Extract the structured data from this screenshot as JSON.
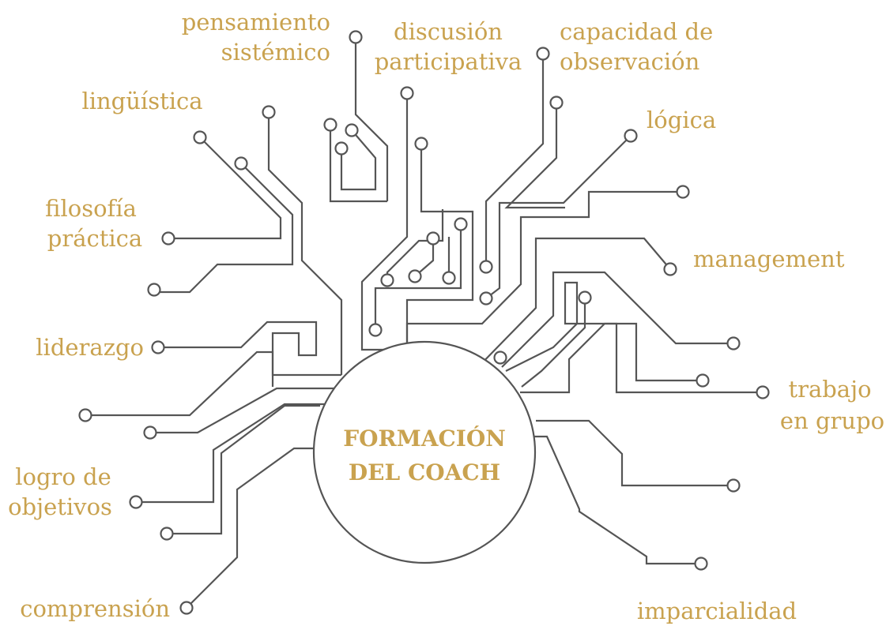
{
  "diagram": {
    "center": {
      "line1": "FORMACIÓN",
      "line2": "DEL COACH"
    },
    "labels": {
      "pensamiento_sistemico": [
        "pensamiento",
        "sistémico"
      ],
      "discusion_participativa": [
        "discusión",
        "participativa"
      ],
      "capacidad_observacion": [
        "capacidad de",
        "observación"
      ],
      "linguistica": [
        "lingüística"
      ],
      "logica": [
        "lógica"
      ],
      "filosofia_practica": [
        "filosofía",
        "práctica"
      ],
      "management": [
        "management"
      ],
      "liderazgo": [
        "liderazgo"
      ],
      "trabajo_en_grupo": [
        "trabajo",
        "en grupo"
      ],
      "logro_objetivos": [
        "logro de",
        "objetivos"
      ],
      "comprension": [
        "comprensión"
      ],
      "imparcialidad": [
        "imparcialidad"
      ]
    },
    "colors": {
      "text": "#c9a24f",
      "line": "#555555",
      "background": "#ffffff"
    }
  }
}
